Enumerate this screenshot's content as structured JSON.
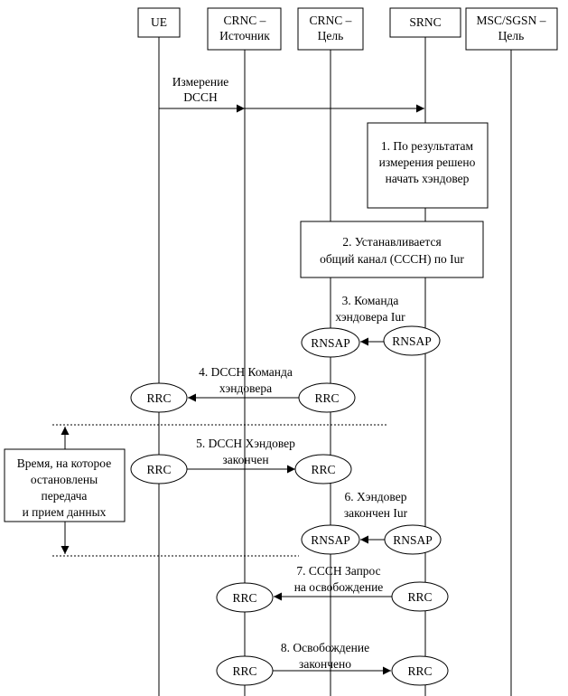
{
  "entities": [
    {
      "id": "ue",
      "lines": [
        "UE"
      ]
    },
    {
      "id": "crnc-src",
      "lines": [
        "CRNC –",
        "Источник"
      ]
    },
    {
      "id": "crnc-tgt",
      "lines": [
        "CRNC –",
        "Цель"
      ]
    },
    {
      "id": "srnc",
      "lines": [
        "SRNC"
      ]
    },
    {
      "id": "msc",
      "lines": [
        "MSC/SGSN –",
        "Цель"
      ]
    }
  ],
  "boxes": [
    {
      "id": "step1",
      "lines": [
        "1. По результатам",
        "измерения решено",
        "начать хэндовер"
      ]
    },
    {
      "id": "step2",
      "lines": [
        "2. Устанавливается",
        "общий канал (CCCH) по Iur"
      ]
    },
    {
      "id": "time-box",
      "lines": [
        "Время, на которое",
        "остановлены",
        "передача",
        "и прием данных"
      ]
    }
  ],
  "nodes": [
    {
      "id": "rnsap-tgt-1",
      "text": "RNSAP"
    },
    {
      "id": "rnsap-srnc-1",
      "text": "RNSAP"
    },
    {
      "id": "rrc-ue-1",
      "text": "RRC"
    },
    {
      "id": "rrc-tgt-1",
      "text": "RRC"
    },
    {
      "id": "rrc-ue-2",
      "text": "RRC"
    },
    {
      "id": "rrc-tgt-2",
      "text": "RRC"
    },
    {
      "id": "rnsap-tgt-2",
      "text": "RNSAP"
    },
    {
      "id": "rnsap-srnc-2",
      "text": "RNSAP"
    },
    {
      "id": "rrc-src-1",
      "text": "RRC"
    },
    {
      "id": "rrc-srnc-1",
      "text": "RRC"
    },
    {
      "id": "rrc-src-2",
      "text": "RRC"
    },
    {
      "id": "rrc-srnc-2",
      "text": "RRC"
    }
  ],
  "messages": [
    {
      "id": "msg-measure",
      "lines": [
        "Измерение",
        "DCCH"
      ]
    },
    {
      "id": "msg-3",
      "lines": [
        "3. Команда",
        "хэндовера Iur"
      ]
    },
    {
      "id": "msg-4",
      "lines": [
        "4. DCCH Команда",
        "хэндовера"
      ]
    },
    {
      "id": "msg-5",
      "lines": [
        "5. DCCH Хэндовер",
        "закончен"
      ]
    },
    {
      "id": "msg-6",
      "lines": [
        "6. Хэндовер",
        "закончен Iur"
      ]
    },
    {
      "id": "msg-7",
      "lines": [
        "7. CCCH Запрос",
        "на освобождение"
      ]
    },
    {
      "id": "msg-8",
      "lines": [
        "8. Освобождение",
        "закончено"
      ]
    }
  ]
}
